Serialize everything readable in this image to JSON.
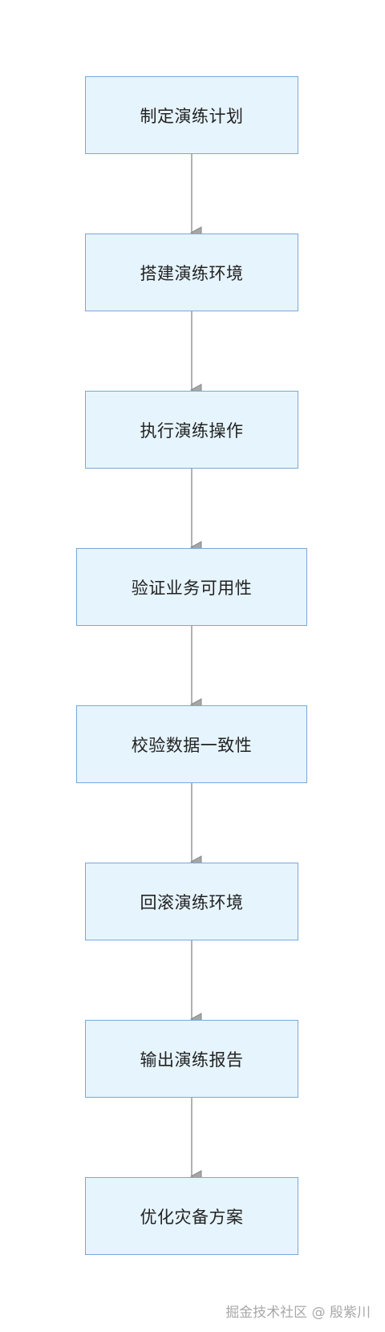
{
  "diagram": {
    "nodes": [
      {
        "id": "n1",
        "label": "制定演练计划"
      },
      {
        "id": "n2",
        "label": "搭建演练环境"
      },
      {
        "id": "n3",
        "label": "执行演练操作"
      },
      {
        "id": "n4",
        "label": "验证业务可用性"
      },
      {
        "id": "n5",
        "label": "校验数据一致性"
      },
      {
        "id": "n6",
        "label": "回滚演练环境"
      },
      {
        "id": "n7",
        "label": "输出演练报告"
      },
      {
        "id": "n8",
        "label": "优化灾备方案"
      }
    ],
    "edges": [
      {
        "from": "n1",
        "to": "n2"
      },
      {
        "from": "n2",
        "to": "n3"
      },
      {
        "from": "n3",
        "to": "n4"
      },
      {
        "from": "n4",
        "to": "n5"
      },
      {
        "from": "n5",
        "to": "n6"
      },
      {
        "from": "n6",
        "to": "n7"
      },
      {
        "from": "n7",
        "to": "n8"
      }
    ],
    "colors": {
      "node_fill": "#e6f4fd",
      "node_border": "#7aa7d9",
      "edge": "#999999",
      "text": "#222222"
    }
  },
  "watermark": "掘金技术社区 @ 殷紫川"
}
